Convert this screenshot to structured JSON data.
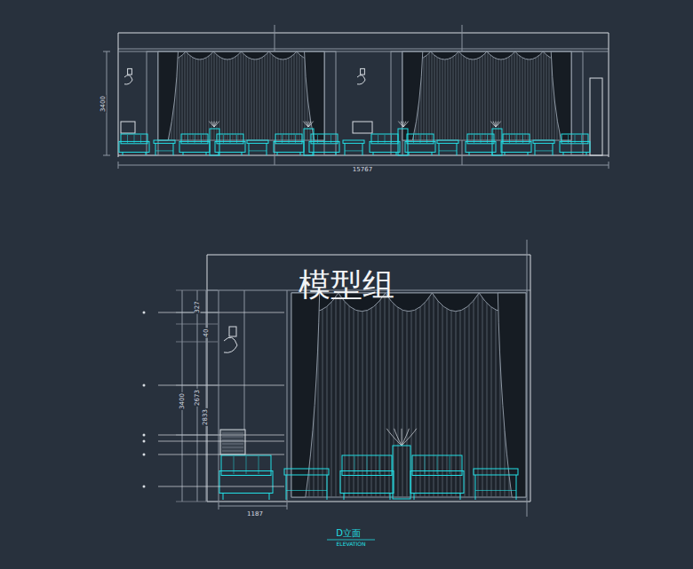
{
  "diagram": {
    "title": "D立面",
    "labels": [
      "3400",
      "15767",
      "模型组",
      "327",
      "40",
      "3400",
      "2673",
      "2833",
      "1187",
      "ELEVATION"
    ]
  }
}
